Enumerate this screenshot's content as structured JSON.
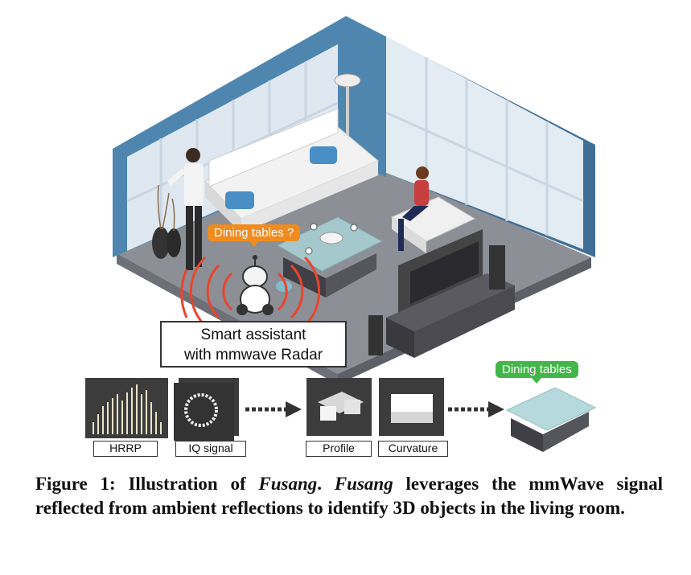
{
  "bubbles": {
    "question": "Dining tables ?",
    "answer": "Dining tables"
  },
  "assistant_box": {
    "line1": "Smart assistant",
    "line2": "with mmwave Radar"
  },
  "pipeline_labels": {
    "hrrp": "HRRP",
    "iq": "IQ signal",
    "profile": "Profile",
    "curvature": "Curvature"
  },
  "caption": {
    "prefix": "Figure 1: Illustration of ",
    "name1": "Fusang",
    "sep": ". ",
    "name2": "Fusang",
    "rest": " leverages the mmWave signal reflected from ambient reflections to identify 3D objects in the living room."
  },
  "colors": {
    "wall": "#4f86b0",
    "floor": "#8c8f95",
    "orange": "#ef8b1f",
    "green": "#43b649",
    "radar_wave": "#e8452c",
    "glass": "#a9d3d6"
  }
}
